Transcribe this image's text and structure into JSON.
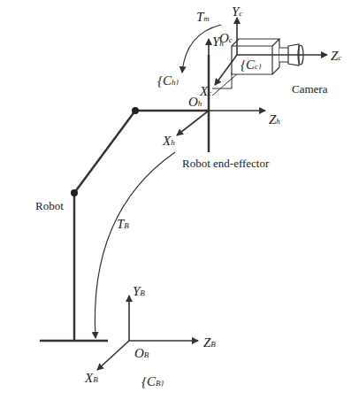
{
  "diagram": {
    "labels": [
      "Yc",
      "Tm",
      "Oc",
      "{Cc}",
      "Zc",
      "Camera",
      "Xc",
      "{Ch}",
      "Yh",
      "Oh",
      "Zh",
      "Robot",
      "Xh",
      "Robot end-effector",
      "TB",
      "YB",
      "ZB",
      "OB",
      "XB",
      "{CB}"
    ]
  }
}
